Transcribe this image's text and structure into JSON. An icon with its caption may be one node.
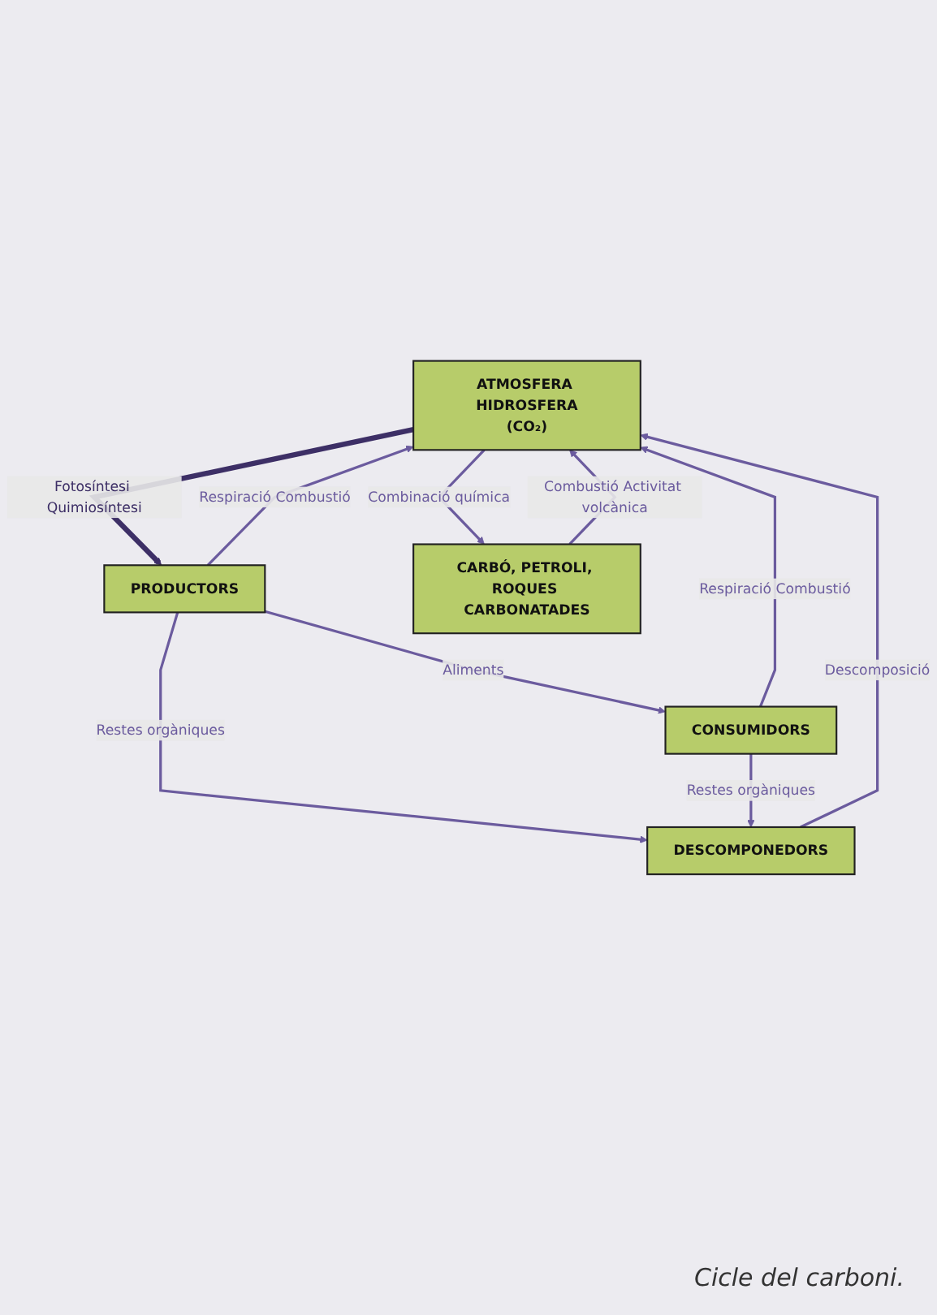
{
  "diagram": {
    "caption": "Cicle del carboni.",
    "nodes": [
      {
        "text": [
          "ATMOSFERA HIDROSFERA",
          "(CO₂)"
        ]
      },
      {
        "text": [
          "DESCOMPONEDORS"
        ]
      },
      {
        "text": [
          "PRODUCTORS"
        ]
      },
      {
        "text": [
          "CONSUMIDORS"
        ]
      },
      {
        "text": [
          "CARBÓ, PETROLI, ROQUES CARBONATADES"
        ]
      }
    ],
    "edges": [
      {
        "from": 4,
        "to": 0,
        "arrow": "to",
        "label": "Combustió Activitat volcànica"
      },
      {
        "from": 2,
        "to": 0,
        "arrow": "to",
        "label": "Respiració Combustió"
      },
      {
        "from": 0,
        "to": 2,
        "arrow": "to",
        "label": "Fotosíntesi Quimiosíntesi",
        "style": "thick",
        "color": "#3d2f66"
      },
      {
        "from": 1,
        "to": 0,
        "arrow": "to",
        "label": "Descomposició"
      },
      {
        "from": 2,
        "to": 1,
        "arrow": "to",
        "label": "Restes orgàniques"
      },
      {
        "from": 3,
        "to": 1,
        "arrow": "to",
        "label": "Restes orgàniques"
      },
      {
        "from": 2,
        "to": 3,
        "arrow": "to",
        "label": "Aliments"
      },
      {
        "from": 3,
        "to": 0,
        "arrow": "to",
        "label": "Respiració Combustió"
      },
      {
        "from": 0,
        "to": 4,
        "arrow": "to",
        "label": "Combinació química"
      }
    ]
  }
}
